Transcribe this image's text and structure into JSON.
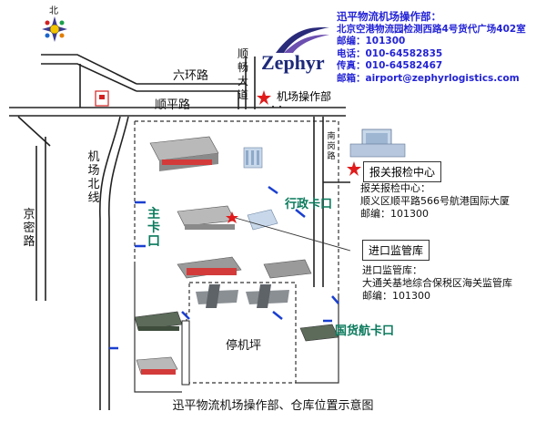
{
  "compass": {
    "north_label": "北"
  },
  "logo": {
    "brand": "Zephyr"
  },
  "contact": {
    "title": "迅平物流机场操作部：",
    "address": "北京空港物流园检测西路4号货代广场402室",
    "postcode": "邮编：101300",
    "phone": "电话：010-64582835",
    "fax": "传真：010-64582467",
    "email": "邮箱：airport@zephyrlogistics.com"
  },
  "roads": {
    "sixth_ring": "六环路",
    "shunchang": "顺畅大道",
    "shunping": "顺平路",
    "jichang_north": "机场北线",
    "jingmi": "京密路",
    "nangang": "南岗路"
  },
  "markers": {
    "airport_ops": "机场操作部",
    "customs_center": "报关报检中心",
    "import_warehouse": "进口监管库",
    "apron": "停机坪"
  },
  "gates": {
    "main_gate": "主卡口",
    "admin_gate": "行政卡口",
    "cargo_gate": "国货航卡口"
  },
  "customs_info": {
    "title": "报关报检中心：",
    "address": "顺义区顺平路566号航港国际大厦",
    "postcode": "邮编：101300"
  },
  "warehouse_info": {
    "title": "进口监管库：",
    "address": "大通关基地综合保税区海关监管库",
    "postcode": "邮编：101300"
  },
  "caption": "迅平物流机场操作部、仓库位置示意图"
}
